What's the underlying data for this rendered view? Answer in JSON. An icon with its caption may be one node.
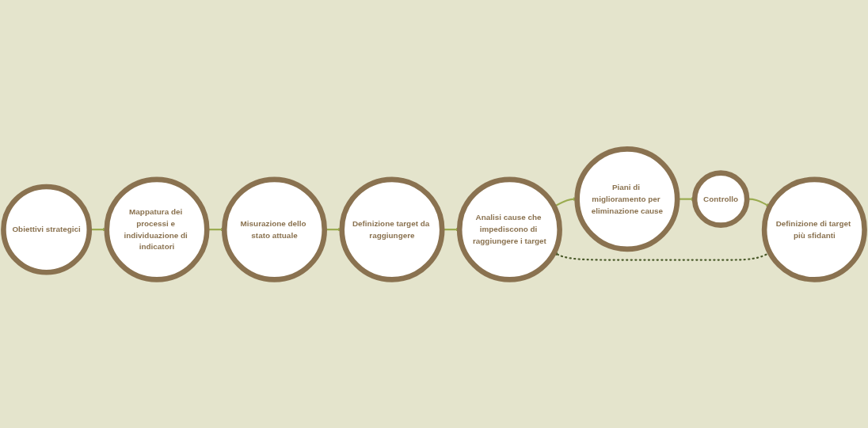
{
  "diagram": {
    "nodes": [
      {
        "text": [
          "Obiettivi strategici"
        ]
      },
      {
        "text": [
          "Mappatura dei processi e individuazione di indicatori"
        ]
      },
      {
        "text": [
          "Misurazione dello stato attuale"
        ]
      },
      {
        "text": [
          "Definizione target da raggiungere"
        ]
      },
      {
        "text": [
          "Analisi cause che impediscono di raggiungere i target"
        ]
      },
      {
        "text": [
          "Piani di miglioramento per eliminazione cause"
        ]
      },
      {
        "text": [
          "Controllo"
        ]
      },
      {
        "text": [
          "Definizione di target più sfidanti"
        ]
      }
    ],
    "edges": [
      {
        "from": 0,
        "to": 1,
        "arrow": "to"
      },
      {
        "from": 1,
        "to": 2,
        "arrow": "to"
      },
      {
        "from": 2,
        "to": 3,
        "arrow": "to"
      },
      {
        "from": 3,
        "to": 4,
        "arrow": "to"
      },
      {
        "from": 4,
        "to": 5,
        "arrow": "to"
      },
      {
        "from": 5,
        "to": 6,
        "arrow": "to"
      },
      {
        "from": 6,
        "to": 7,
        "arrow": "to"
      },
      {
        "from": 7,
        "to": 4,
        "arrow": "to",
        "style": "dashed",
        "color": "#4a5a2a"
      }
    ]
  }
}
